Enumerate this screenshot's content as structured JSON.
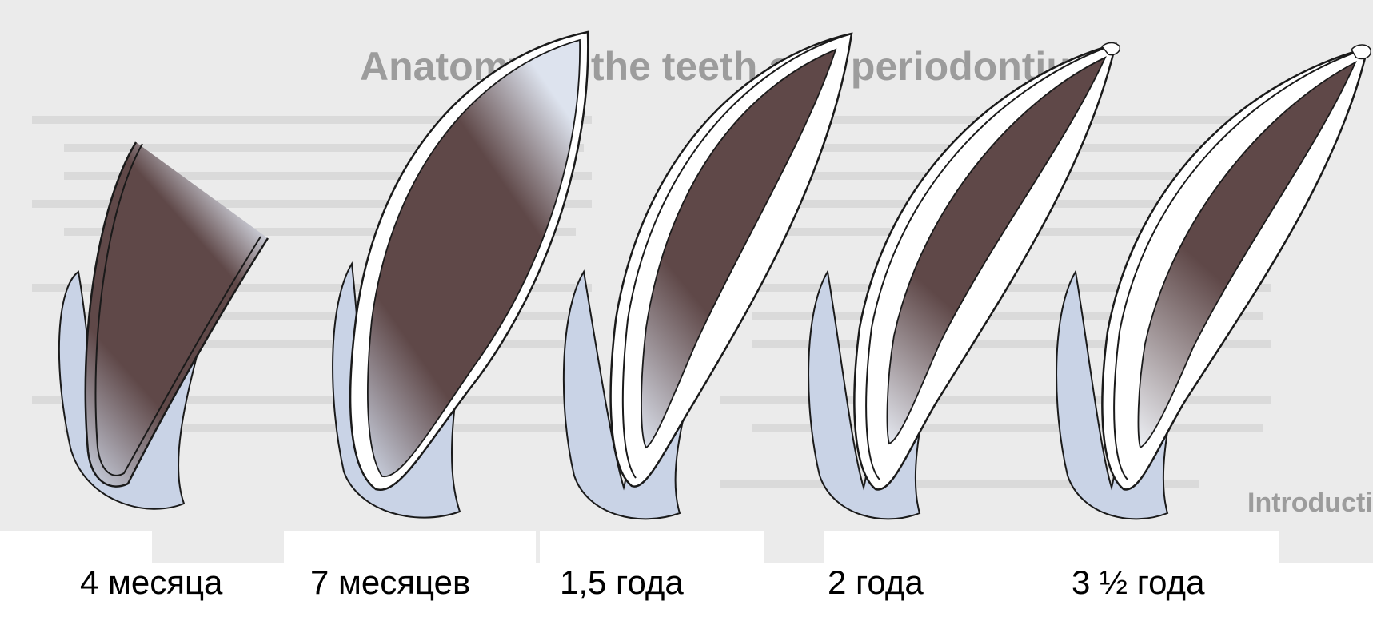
{
  "stages": [
    {
      "label": "4 месяца"
    },
    {
      "label": "7 месяцев"
    },
    {
      "label": "1,5 года"
    },
    {
      "label": "2 года"
    },
    {
      "label": "3 ½ года"
    }
  ],
  "background_page": {
    "heading": "Anatomy of the teeth and periodontium",
    "subheading": "Introduction"
  },
  "colors": {
    "bone": "#c9d3e6",
    "pulp": "#5f4848",
    "outline": "#1a1a1a",
    "page_background": "#ebebeb"
  }
}
